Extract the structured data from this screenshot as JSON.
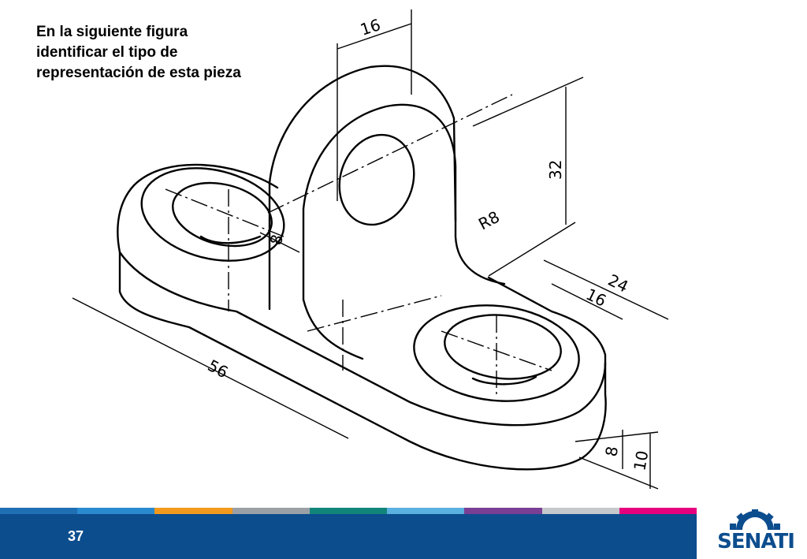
{
  "slide": {
    "prompt_lines": [
      "En la siguiente figura",
      "identificar el tipo de",
      "representación de esta pieza"
    ],
    "page_number": "37"
  },
  "drawing": {
    "dimensions": {
      "d16_top": "16",
      "d32": "32",
      "r8": "R8",
      "d8_web": "8",
      "d56": "56",
      "d24": "24",
      "d16_right": "16",
      "d8_bottom": "8",
      "d10": "10"
    }
  },
  "logo": {
    "text": "SENATI",
    "color": "#0c4d8e"
  },
  "stripe_colors": [
    "#1f6fb5",
    "#2a8ad0",
    "#f39a1e",
    "#9aa0a6",
    "#12857a",
    "#5ab0df",
    "#7a3f95",
    "#c6c9cc",
    "#e6007e"
  ]
}
